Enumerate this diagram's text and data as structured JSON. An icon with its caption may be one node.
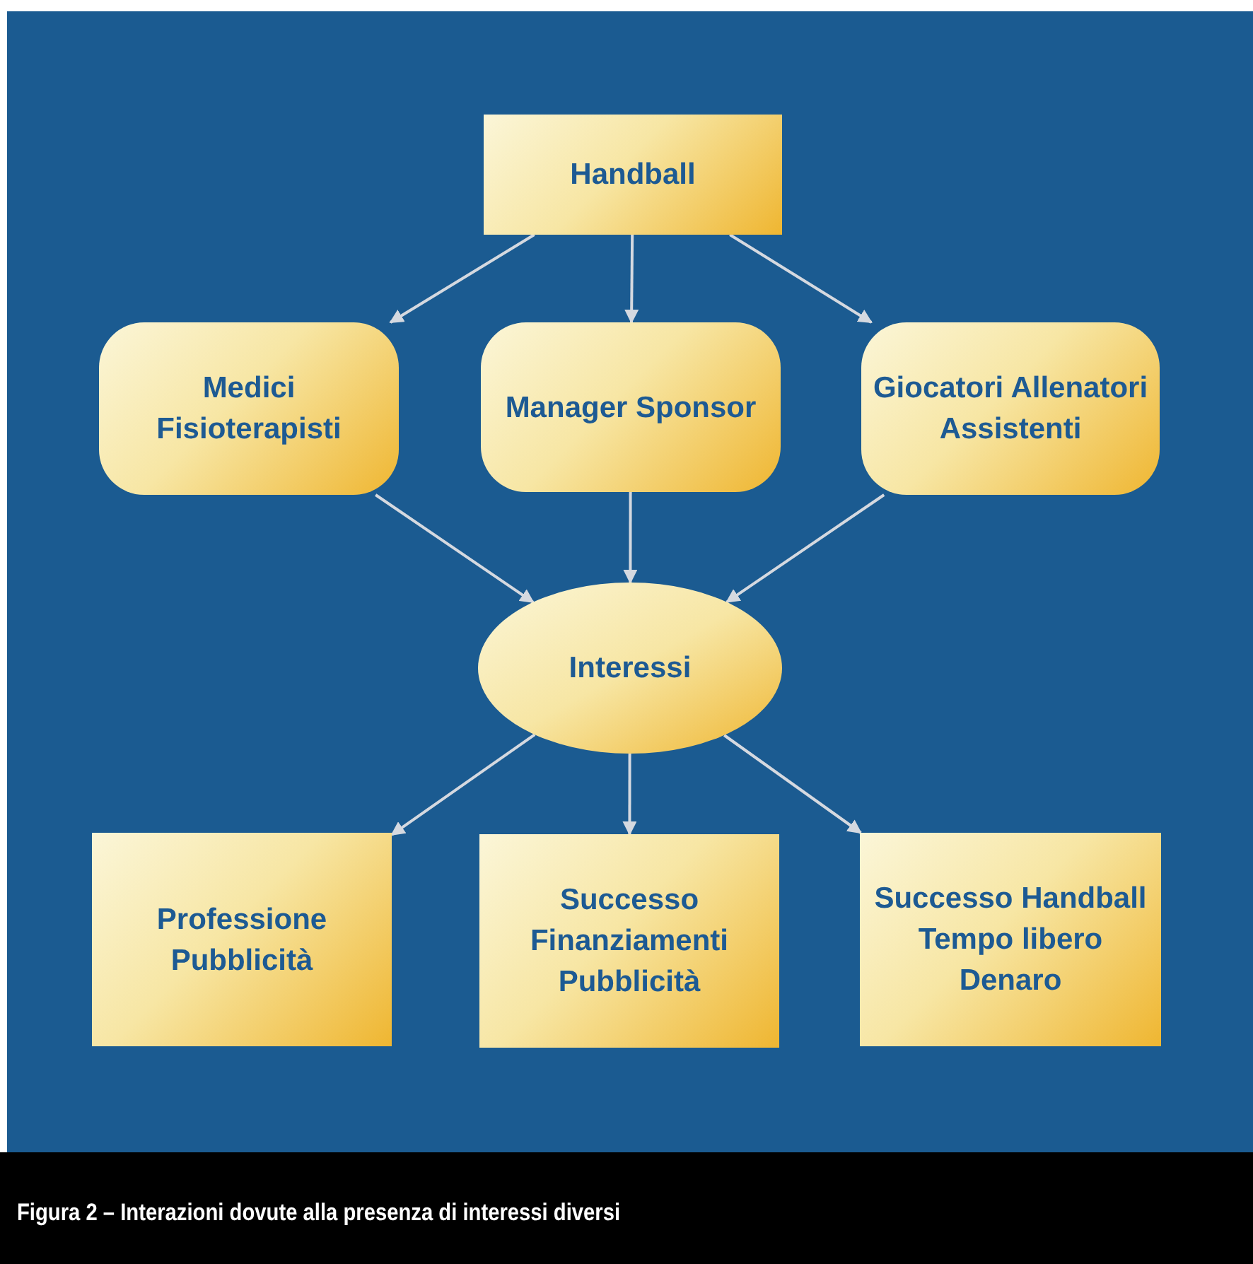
{
  "diagram": {
    "caption": "Figura 2 – Interazioni dovute alla presenza di interessi diversi",
    "nodes": [
      {
        "text": [
          "Handball"
        ]
      },
      {
        "text": [
          "Medici Fisioterapisti"
        ]
      },
      {
        "text": [
          "Manager Sponsor"
        ]
      },
      {
        "text": [
          "Giocatori Allenatori Assistenti"
        ]
      },
      {
        "text": [
          "Interessi"
        ]
      },
      {
        "text": [
          "Professione Pubblicità"
        ]
      },
      {
        "text": [
          "Successo Finanziamenti Pubblicità"
        ]
      },
      {
        "text": [
          "Successo Handball Tempo libero Denaro"
        ]
      }
    ],
    "edges": [
      {
        "from": 0,
        "to": 1,
        "arrow": "to"
      },
      {
        "from": 0,
        "to": 2,
        "arrow": "to"
      },
      {
        "from": 0,
        "to": 3,
        "arrow": "to"
      },
      {
        "from": 1,
        "to": 4,
        "arrow": "to"
      },
      {
        "from": 2,
        "to": 4,
        "arrow": "to"
      },
      {
        "from": 3,
        "to": 4,
        "arrow": "to"
      },
      {
        "from": 4,
        "to": 5,
        "arrow": "to"
      },
      {
        "from": 4,
        "to": 6,
        "arrow": "to"
      },
      {
        "from": 4,
        "to": 7,
        "arrow": "to"
      }
    ]
  }
}
